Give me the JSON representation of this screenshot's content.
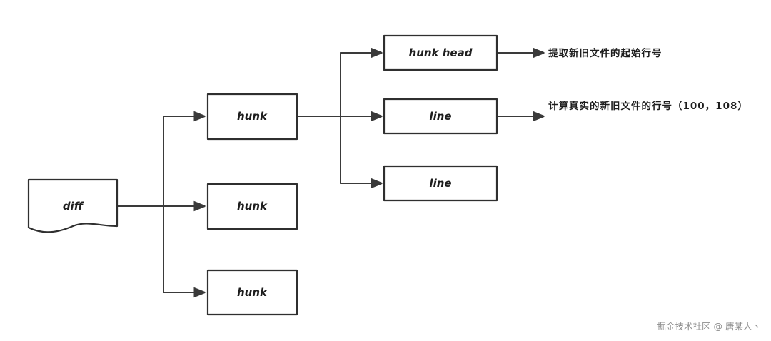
{
  "nodes": {
    "diff": "diff",
    "hunk_1": "hunk",
    "hunk_2": "hunk",
    "hunk_3": "hunk",
    "hunk_head": "hunk head",
    "line_1": "line",
    "line_2": "line"
  },
  "notes": {
    "hunk_head_note": "提取新旧文件的起始行号",
    "line_note": "计算真实的新旧文件的行号（100，108）"
  },
  "watermark": "掘金技术社区 @ 唐某人丶",
  "colors": {
    "stroke": "#2f2f2f",
    "text": "#1e1e1e",
    "watermark": "#8e8e8e"
  }
}
